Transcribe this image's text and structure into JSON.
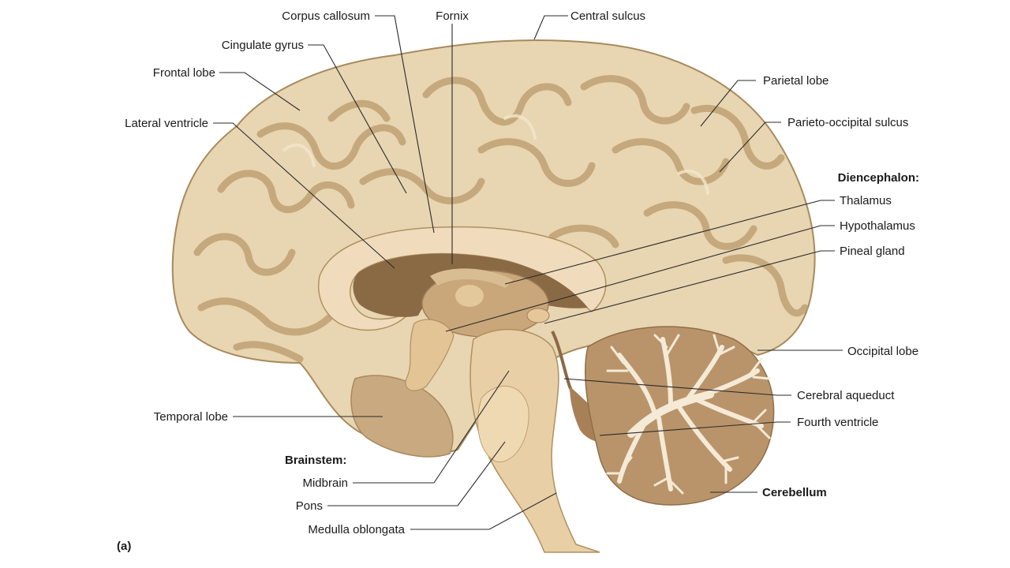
{
  "figure_tag": "(a)",
  "labels": {
    "corpus_callosum": "Corpus callosum",
    "fornix": "Fornix",
    "central_sulcus": "Central sulcus",
    "cingulate_gyrus": "Cingulate gyrus",
    "frontal_lobe": "Frontal lobe",
    "parietal_lobe": "Parietal lobe",
    "lateral_ventricle": "Lateral ventricle",
    "parieto_occipital_sulcus": "Parieto-occipital sulcus",
    "diencephalon_heading": "Diencephalon:",
    "thalamus": "Thalamus",
    "hypothalamus": "Hypothalamus",
    "pineal_gland": "Pineal gland",
    "occipital_lobe": "Occipital lobe",
    "cerebral_aqueduct": "Cerebral aqueduct",
    "temporal_lobe": "Temporal lobe",
    "fourth_ventricle": "Fourth ventricle",
    "brainstem_heading": "Brainstem:",
    "midbrain": "Midbrain",
    "pons": "Pons",
    "medulla_oblongata": "Medulla oblongata",
    "cerebellum": "Cerebellum"
  },
  "colors": {
    "cortex": "#e8d5b2",
    "sulcus": "#b99a6a",
    "ventricle": "#8a6a45",
    "corpus_callosum": "#f0dcbc",
    "thalamus": "#c9a77a",
    "brainstem": "#e9cfa6",
    "cerebellum_white": "#f4ead6",
    "cerebellum_grey": "#b9946a"
  }
}
